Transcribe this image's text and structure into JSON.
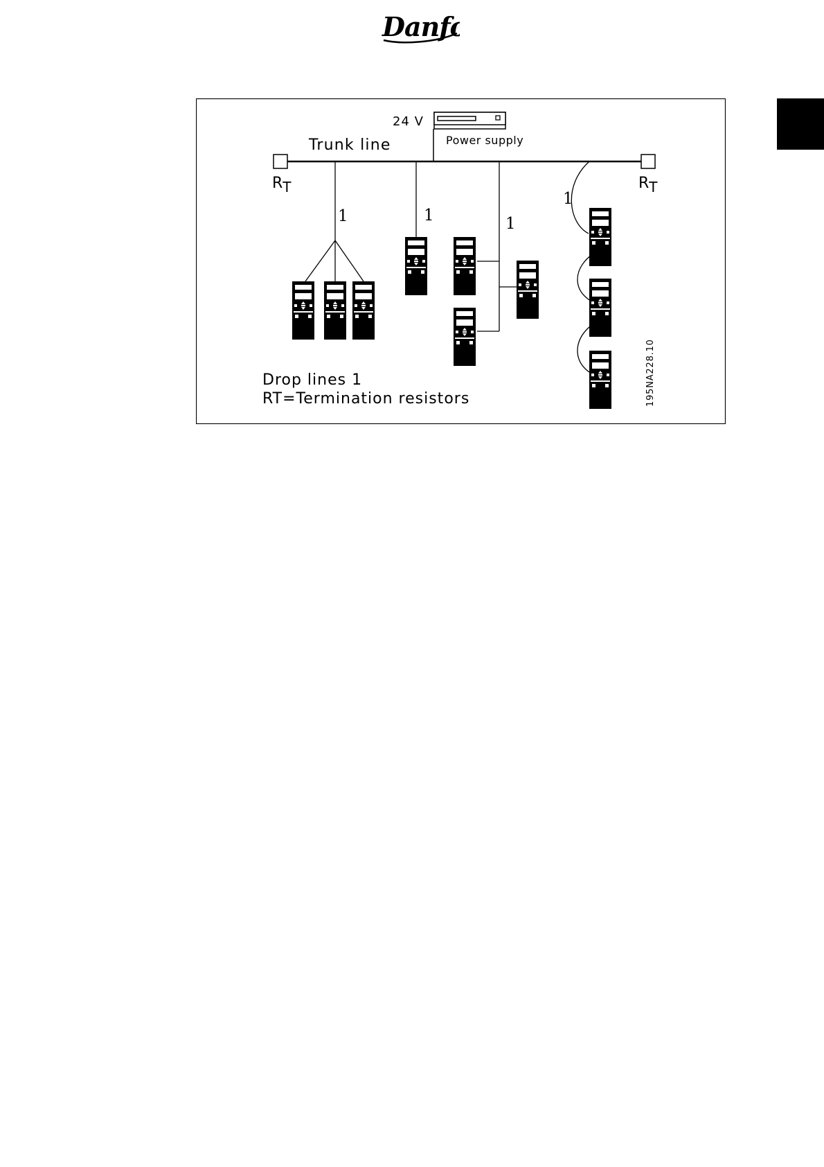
{
  "header": {
    "brand": "Danfoss"
  },
  "diagram": {
    "supply_voltage": "24 V",
    "power_supply_label": "Power supply",
    "trunk_line_label": "Trunk line",
    "terminator_left": {
      "main": "R",
      "sub": "T"
    },
    "terminator_right": {
      "main": "R",
      "sub": "T"
    },
    "drop_label": "1",
    "legend_line1": "Drop lines 1",
    "legend_line2": "RT=Termination resistors",
    "figure_id": "195NA228.10"
  }
}
